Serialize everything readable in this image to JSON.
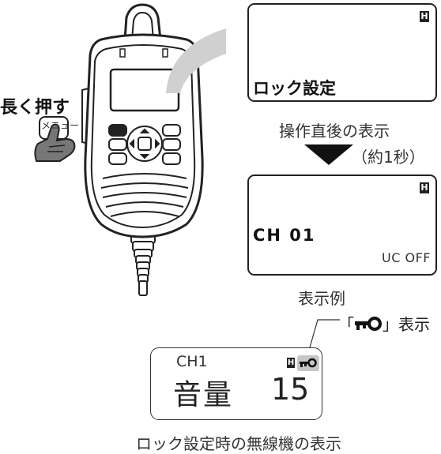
{
  "screen1": {
    "badge": "H",
    "text": "ロック設定"
  },
  "caption_after_op": "操作直後の表示",
  "caption_wait": "（約1秒）",
  "screen2": {
    "badge": "H",
    "channel": "CH 01",
    "status": "UC OFF"
  },
  "caption_example": "表示例",
  "instruction_long_press": "長く押す",
  "menu_button_label": "メニュー",
  "key_label": {
    "open": "「",
    "close": "」表示"
  },
  "radio_display": {
    "channel": "CH1",
    "badge": "H",
    "volume_label": "音量",
    "volume_value": "15"
  },
  "bottom_caption": "ロック設定時の無線機の表示",
  "colors": {
    "ink": "#222222",
    "chip_gray": "#c6c6c6",
    "device_fill": "#ffffff"
  }
}
